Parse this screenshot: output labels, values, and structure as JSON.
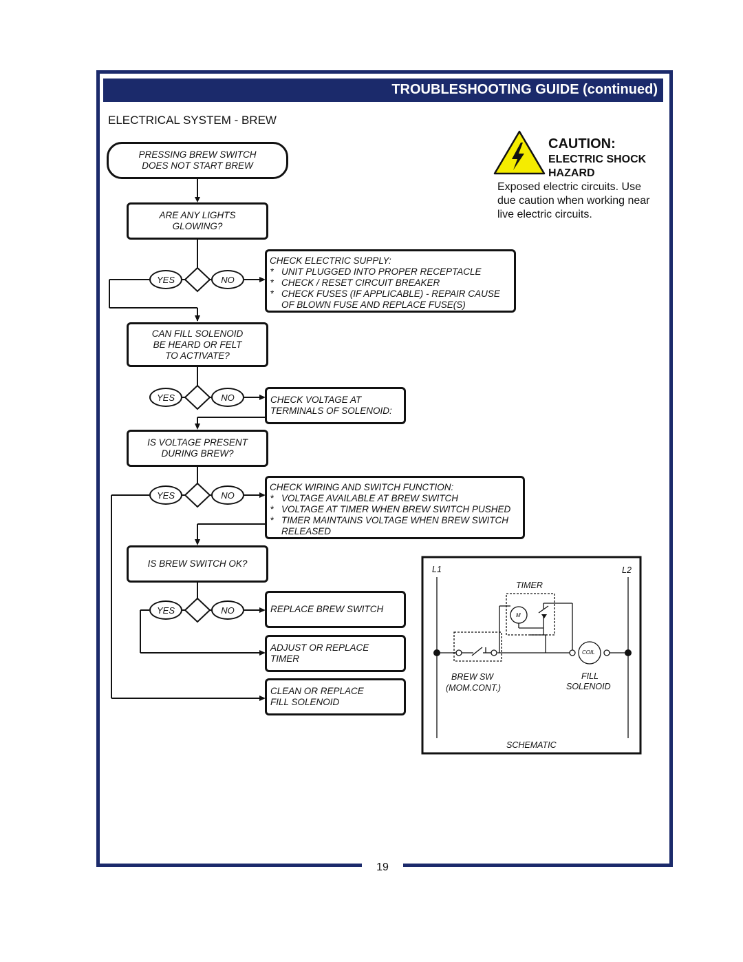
{
  "header": {
    "title": "TROUBLESHOOTING GUIDE (continued)"
  },
  "section": {
    "title": "ELECTRICAL SYSTEM - BREW"
  },
  "caution": {
    "title": "CAUTION:",
    "subtitle": "ELECTRIC SHOCK HAZARD",
    "text": "Exposed electric circuits. Use due caution when working near live electric circuits."
  },
  "flow": {
    "start": [
      "PRESSING BREW SWITCH",
      "DOES NOT START BREW"
    ],
    "q1": [
      "ARE ANY LIGHTS",
      "GLOWING?"
    ],
    "a1": {
      "heading": "CHECK ELECTRIC SUPPLY:",
      "items": [
        "UNIT PLUGGED INTO PROPER RECEPTACLE",
        "CHECK / RESET CIRCUIT BREAKER",
        "CHECK FUSES (IF APPLICABLE) - REPAIR CAUSE OF BLOWN FUSE AND REPLACE FUSE(S)"
      ]
    },
    "q2": [
      "CAN FILL SOLENOID",
      "BE HEARD OR FELT",
      "TO ACTIVATE?"
    ],
    "a2": [
      "CHECK VOLTAGE AT",
      "TERMINALS OF SOLENOID:"
    ],
    "q3": [
      "IS VOLTAGE PRESENT",
      "DURING BREW?"
    ],
    "a3": {
      "heading": "CHECK WIRING AND SWITCH FUNCTION:",
      "items": [
        "VOLTAGE AVAILABLE AT BREW SWITCH",
        "VOLTAGE AT TIMER WHEN BREW SWITCH PUSHED",
        "TIMER MAINTAINS VOLTAGE WHEN BREW SWITCH RELEASED"
      ]
    },
    "q4": "IS BREW SWITCH OK?",
    "a4": "REPLACE BREW SWITCH",
    "a5": [
      "ADJUST OR REPLACE",
      "TIMER"
    ],
    "a6": [
      "CLEAN OR REPLACE",
      "FILL SOLENOID"
    ],
    "yes": "YES",
    "no": "NO"
  },
  "schematic": {
    "l1": "L1",
    "l2": "L2",
    "timer": "TIMER",
    "motor": "M",
    "coil": "COIL",
    "brew_sw": [
      "BREW SW",
      "(MOM.CONT.)"
    ],
    "fill_solenoid": [
      "FILL",
      "SOLENOID"
    ],
    "caption": "SCHEMATIC"
  },
  "page_number": "19",
  "colors": {
    "brand": "#1b2a6b",
    "warning_yellow": "#f5ec00"
  },
  "icons": [
    "lightning-warning-icon"
  ]
}
